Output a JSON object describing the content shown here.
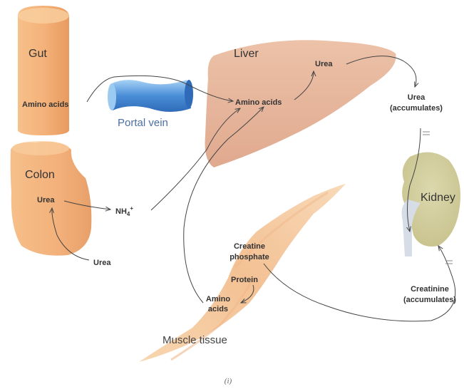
{
  "organs": {
    "gut": "Gut",
    "colon": "Colon",
    "liver": "Liver",
    "kidney": "Kidney",
    "muscle": "Muscle tissue",
    "portal_vein": "Portal vein"
  },
  "metabolites": {
    "gut_amino_acids": "Amino acids",
    "liver_amino_acids": "Amino acids",
    "liver_urea": "Urea",
    "urea_accumulates_line1": "Urea",
    "urea_accumulates_line2": "(accumulates)",
    "colon_urea": "Urea",
    "external_urea": "Urea",
    "ammonium": "NH",
    "ammonium_sub": "4",
    "ammonium_sup": "+",
    "creatine_line1": "Creatine",
    "creatine_line2": "phosphate",
    "protein": "Protein",
    "muscle_amino_line1": "Amino",
    "muscle_amino_line2": "acids",
    "creatinine_line1": "Creatinine",
    "creatinine_line2": "(accumulates)"
  },
  "figure_label": "(i)",
  "colors": {
    "organ_orange": "#f4b47a",
    "liver_pink": "#e8b59b",
    "kidney_olive": "#d4d0a4",
    "portal_blue": "#4a8ed8"
  }
}
